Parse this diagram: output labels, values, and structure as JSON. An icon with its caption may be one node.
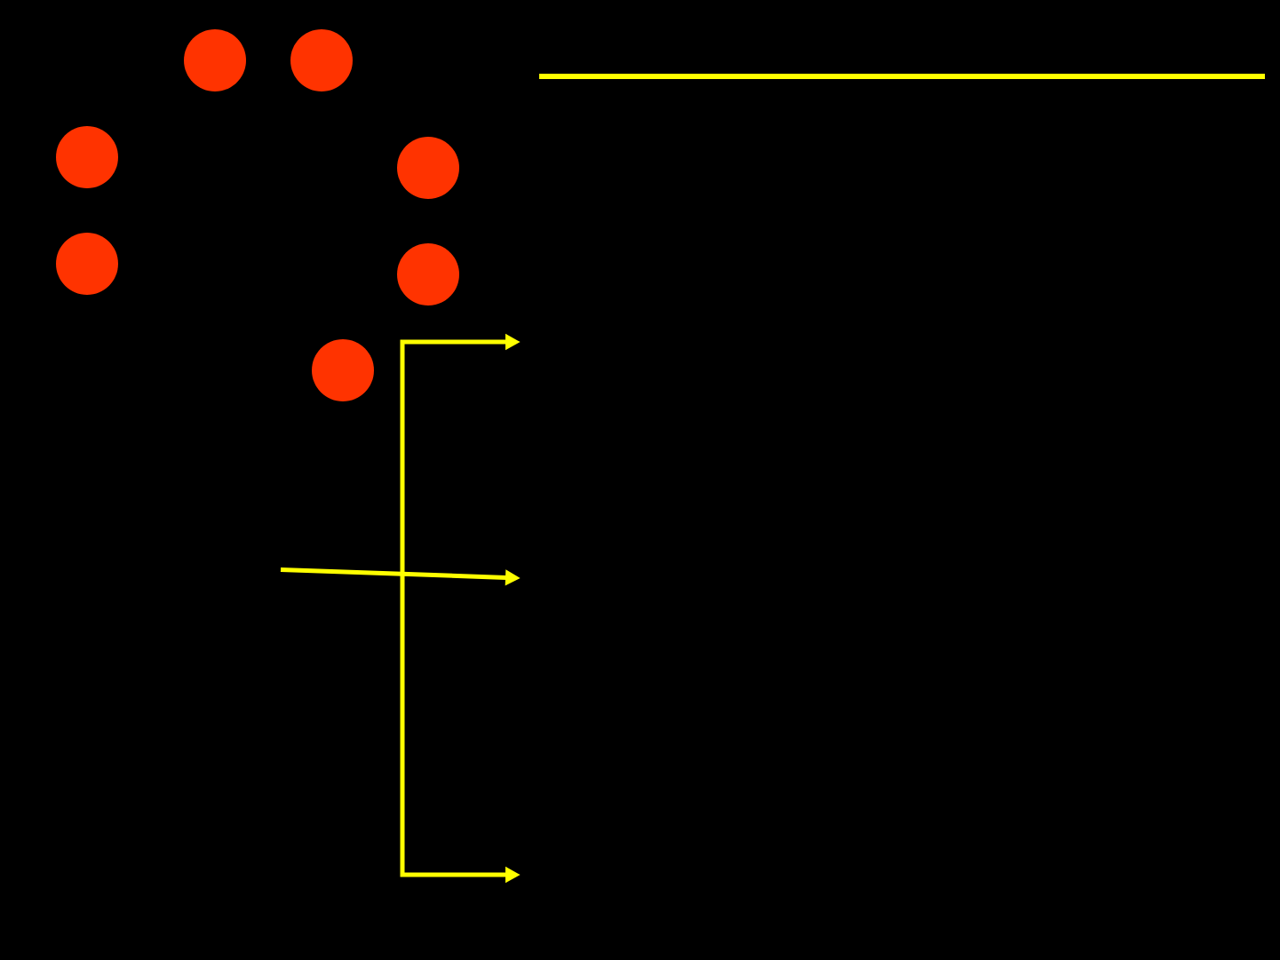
{
  "diagram": {
    "nodes": [
      {
        "text": [],
        "shape": "circle"
      },
      {
        "text": [],
        "shape": "circle"
      },
      {
        "text": [],
        "shape": "circle"
      },
      {
        "text": [],
        "shape": "circle"
      },
      {
        "text": [],
        "shape": "circle"
      },
      {
        "text": [],
        "shape": "circle"
      },
      {
        "text": [],
        "shape": "circle"
      }
    ]
  }
}
